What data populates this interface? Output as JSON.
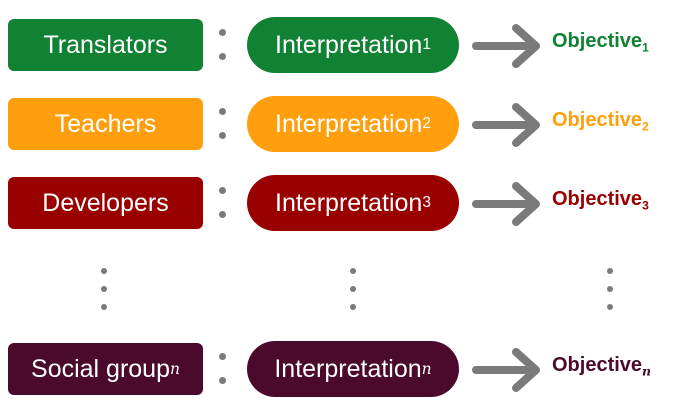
{
  "rows": [
    {
      "group": "Translators",
      "interp": "Interpretation",
      "interp_sub": "1",
      "obj": "Objective",
      "obj_sub": "1",
      "color": "#118234"
    },
    {
      "group": "Teachers",
      "interp": "Interpretation",
      "interp_sub": "2",
      "obj": "Objective",
      "obj_sub": "2",
      "color": "#ff9f0d"
    },
    {
      "group": "Developers",
      "interp": "Interpretation",
      "interp_sub": "3",
      "obj": "Objective",
      "obj_sub": "3",
      "color": "#990000"
    },
    {
      "group": "Social group",
      "group_sub": "n",
      "interp": "Interpretation",
      "interp_sub": "n",
      "obj": "Objective",
      "obj_sub": "n",
      "color": "#4b0a2c"
    }
  ],
  "colors": {
    "connector": "#7a7a7a"
  },
  "icons": {
    "separator": "colon-icon",
    "arrow": "arrow-right-icon",
    "ellipsis": "vertical-ellipsis-icon"
  }
}
